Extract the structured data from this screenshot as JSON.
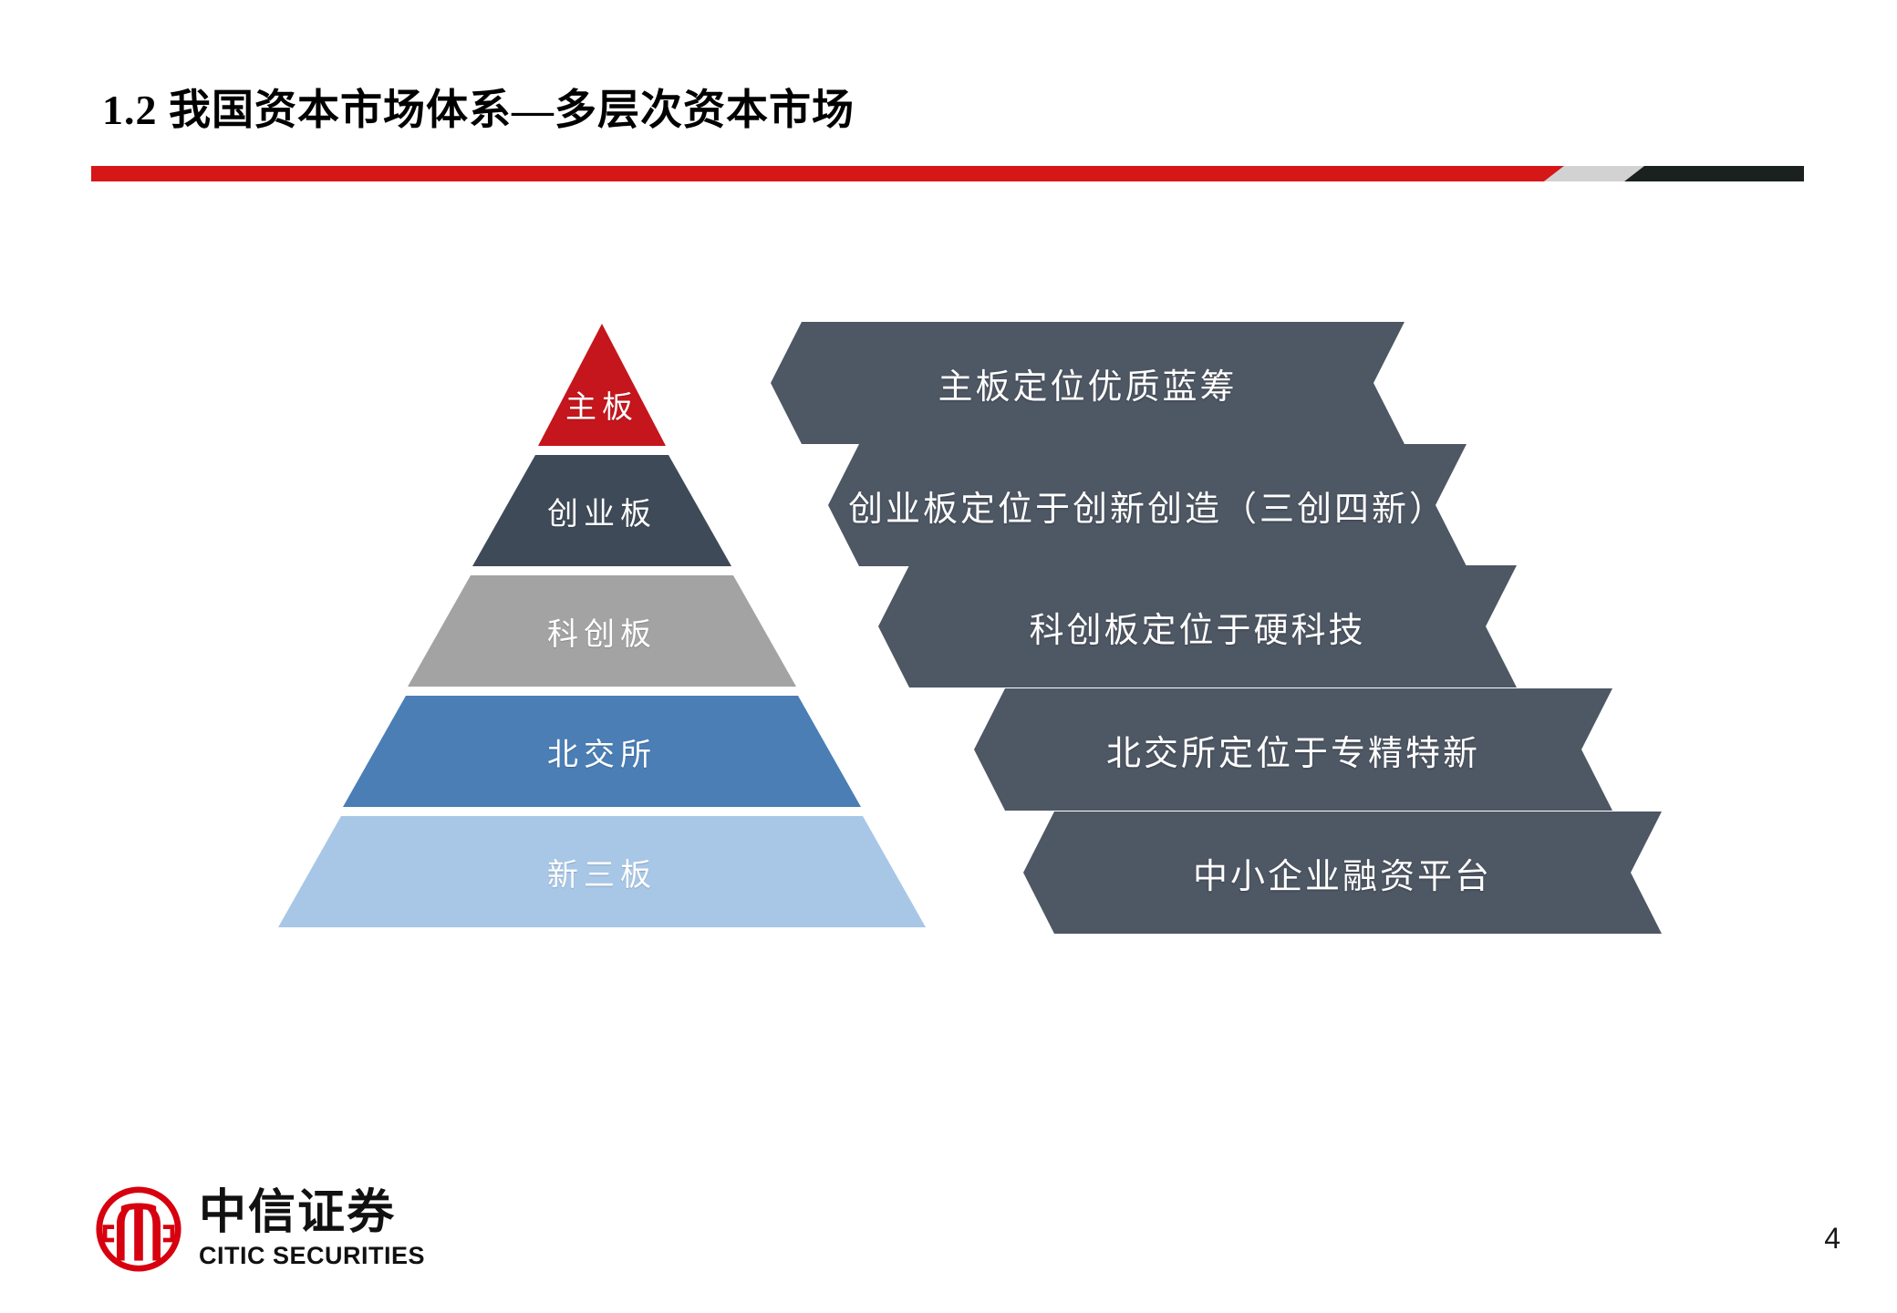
{
  "slide": {
    "title": "1.2 我国资本市场体系—多层次资本市场",
    "page_number": "4"
  },
  "divider": {
    "red": "#D51718",
    "gray": "#D2D2D2",
    "dark": "#1A211F"
  },
  "pyramid": {
    "name": "multi-tier-capital-market-pyramid",
    "levels": [
      {
        "label": "主板",
        "color": "#C4161C"
      },
      {
        "label": "创业板",
        "color": "#3F4A58"
      },
      {
        "label": "科创板",
        "color": "#A3A3A3"
      },
      {
        "label": "北交所",
        "color": "#4A7EB5"
      },
      {
        "label": "新三板",
        "color": "#A8C7E7"
      }
    ]
  },
  "banners": {
    "color": "#4E5764",
    "items": [
      {
        "text": "主板定位优质蓝筹"
      },
      {
        "text": "创业板定位于创新创造（三创四新）"
      },
      {
        "text": "科创板定位于硬科技"
      },
      {
        "text": "北交所定位于专精特新"
      },
      {
        "text": "中小企业融资平台"
      }
    ]
  },
  "footer": {
    "logo_cn": "中信证券",
    "logo_en": "CITIC SECURITIES",
    "logo_color": "#D6000F"
  }
}
